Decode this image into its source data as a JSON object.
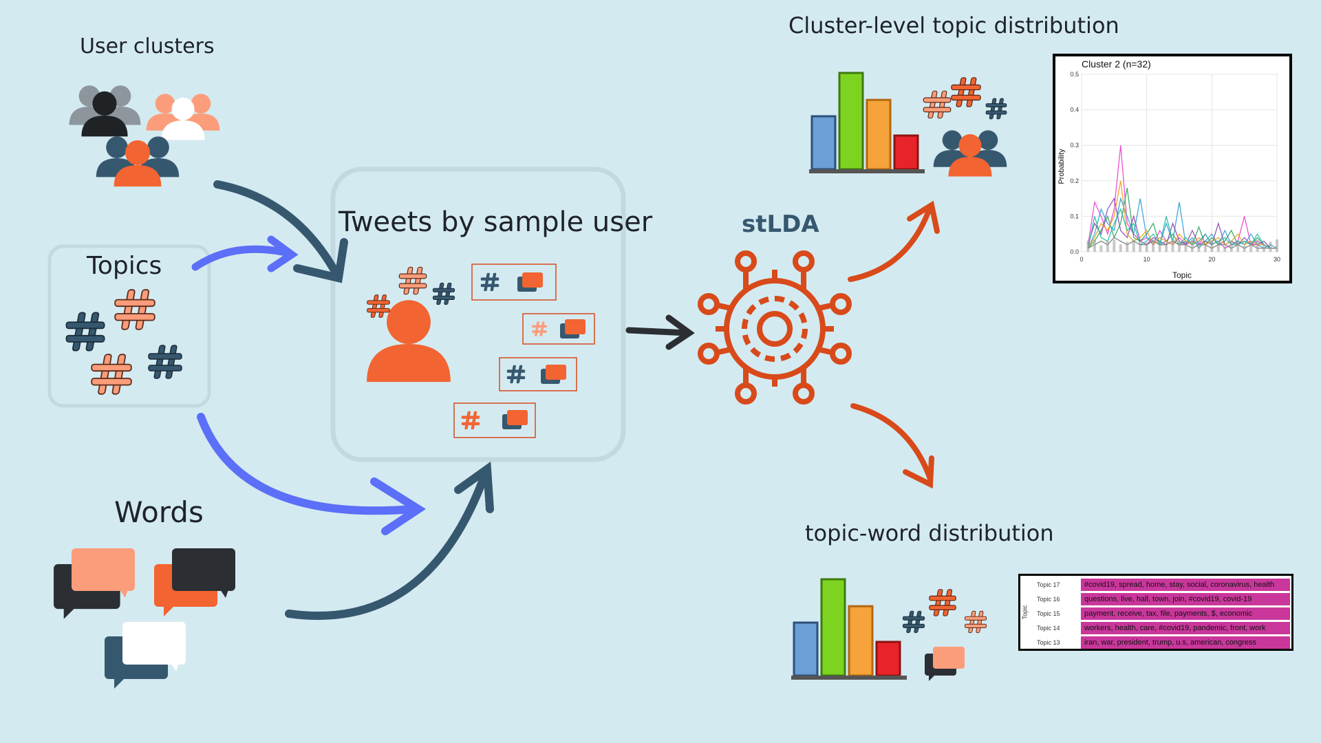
{
  "labels": {
    "user_clusters": "User clusters",
    "topics": "Topics",
    "words": "Words",
    "tweets_by_user": "Tweets by sample user",
    "stlda": "stLDA",
    "cluster_topic": "Cluster-level topic distribution",
    "topic_word": "topic-word distribution"
  },
  "colors": {
    "background": "#d4eaf1",
    "dark_blue": "#36586f",
    "orange": "#f26431",
    "salmon": "#fb9d7a",
    "periwinkle": "#5b6ff8",
    "gear": "#d84a1a",
    "magenta": "#c9379b"
  },
  "chart_data": [
    {
      "type": "line",
      "title": "Cluster 2 (n=32)",
      "xlabel": "Topic",
      "ylabel": "Probability",
      "xlim": [
        0,
        30
      ],
      "ylim": [
        0,
        0.5
      ],
      "xticks": [
        "0",
        "10",
        "20",
        "30"
      ],
      "yticks": [
        "0.0",
        "0.1",
        "0.2",
        "0.3",
        "0.4",
        "0.5"
      ],
      "grid": true,
      "series_note": "many overlapping colored lines, peak near topic 6",
      "series": [
        {
          "color": "#e83fd0",
          "values": [
            0.02,
            0.14,
            0.1,
            0.05,
            0.12,
            0.3,
            0.08,
            0.05,
            0.03,
            0.04,
            0.02,
            0.06,
            0.03,
            0.02,
            0.04,
            0.02,
            0.03,
            0.02,
            0.05,
            0.02,
            0.03,
            0.01,
            0.02,
            0.03,
            0.1,
            0.02,
            0.03,
            0.02,
            0.01,
            0.01
          ]
        },
        {
          "color": "#2a9fd6",
          "values": [
            0.01,
            0.05,
            0.12,
            0.08,
            0.06,
            0.15,
            0.1,
            0.05,
            0.15,
            0.04,
            0.03,
            0.02,
            0.08,
            0.03,
            0.14,
            0.02,
            0.04,
            0.01,
            0.03,
            0.05,
            0.02,
            0.06,
            0.02,
            0.03,
            0.02,
            0.05,
            0.02,
            0.01,
            0.02,
            0.01
          ]
        },
        {
          "color": "#2ca25f",
          "values": [
            0.01,
            0.03,
            0.06,
            0.1,
            0.04,
            0.08,
            0.18,
            0.04,
            0.03,
            0.05,
            0.08,
            0.02,
            0.03,
            0.05,
            0.02,
            0.03,
            0.02,
            0.07,
            0.02,
            0.04,
            0.02,
            0.03,
            0.06,
            0.02,
            0.03,
            0.02,
            0.04,
            0.02,
            0.01,
            0.01
          ]
        },
        {
          "color": "#8e44ad",
          "values": [
            0.02,
            0.08,
            0.05,
            0.12,
            0.15,
            0.06,
            0.04,
            0.1,
            0.03,
            0.02,
            0.04,
            0.03,
            0.02,
            0.08,
            0.03,
            0.02,
            0.06,
            0.02,
            0.03,
            0.02,
            0.08,
            0.02,
            0.03,
            0.02,
            0.04,
            0.02,
            0.02,
            0.03,
            0.01,
            0.01
          ]
        },
        {
          "color": "#f39c12",
          "values": [
            0.01,
            0.04,
            0.08,
            0.06,
            0.1,
            0.2,
            0.05,
            0.03,
            0.04,
            0.06,
            0.02,
            0.04,
            0.03,
            0.02,
            0.05,
            0.03,
            0.02,
            0.04,
            0.02,
            0.03,
            0.04,
            0.02,
            0.03,
            0.05,
            0.02,
            0.03,
            0.02,
            0.02,
            0.01,
            0.01
          ]
        },
        {
          "color": "#1abc9c",
          "values": [
            0.01,
            0.1,
            0.04,
            0.03,
            0.08,
            0.12,
            0.06,
            0.08,
            0.02,
            0.03,
            0.05,
            0.02,
            0.1,
            0.03,
            0.02,
            0.04,
            0.02,
            0.03,
            0.05,
            0.02,
            0.03,
            0.04,
            0.02,
            0.02,
            0.03,
            0.02,
            0.05,
            0.02,
            0.01,
            0.01
          ]
        },
        {
          "color": "#777777",
          "values": [
            0.01,
            0.02,
            0.03,
            0.02,
            0.04,
            0.03,
            0.02,
            0.03,
            0.02,
            0.02,
            0.03,
            0.02,
            0.02,
            0.03,
            0.02,
            0.02,
            0.01,
            0.02,
            0.02,
            0.01,
            0.02,
            0.02,
            0.01,
            0.02,
            0.01,
            0.02,
            0.01,
            0.01,
            0.01,
            0.01
          ]
        }
      ]
    },
    {
      "type": "table",
      "ylabel": "Topic",
      "rows": [
        {
          "topic": "Topic 17",
          "words": "#covid19, spread, home, stay, social, coronavirus, health"
        },
        {
          "topic": "Topic 16",
          "words": "questions, live, hall, town, join, #covid19, covid-19"
        },
        {
          "topic": "Topic 15",
          "words": "payment, receive, tax, file, payments, $, economic"
        },
        {
          "topic": "Topic 14",
          "words": "workers, health, care, #covid19, pandemic, front, work"
        },
        {
          "topic": "Topic 13",
          "words": "iran, war, president, trump, u.s, american, congress"
        }
      ]
    },
    {
      "type": "bar",
      "note": "decorative bar-chart icon",
      "values": [
        0.55,
        1.0,
        0.72,
        0.35
      ]
    }
  ]
}
